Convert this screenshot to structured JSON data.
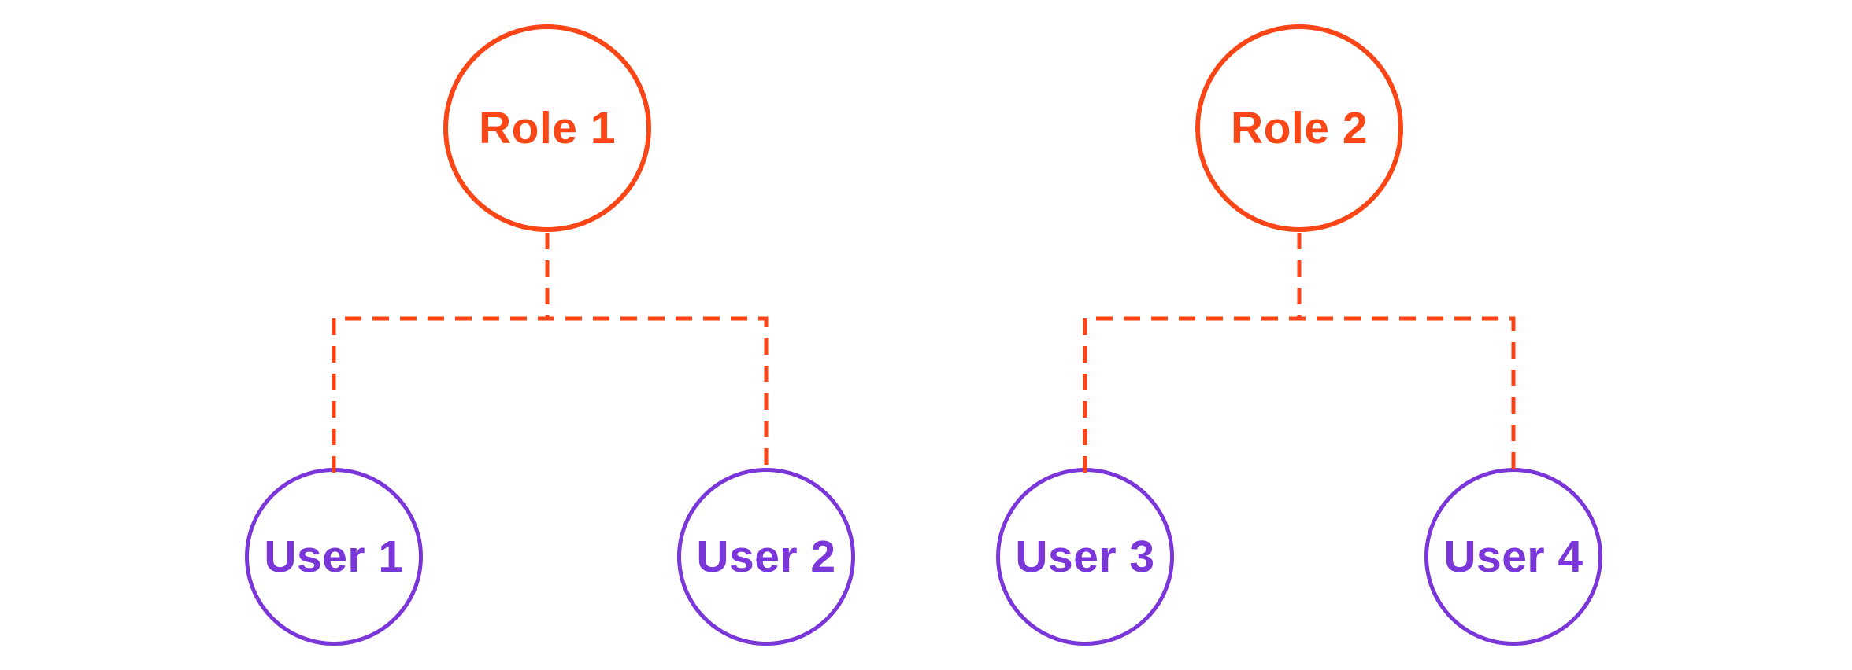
{
  "diagram": {
    "title": "roles-to-users-hierarchy",
    "trees": [
      {
        "root": {
          "id": "role-1",
          "label": "Role 1",
          "type": "role"
        },
        "children": [
          {
            "id": "user-1",
            "label": "User 1",
            "type": "user"
          },
          {
            "id": "user-2",
            "label": "User 2",
            "type": "user"
          }
        ]
      },
      {
        "root": {
          "id": "role-2",
          "label": "Role 2",
          "type": "role"
        },
        "children": [
          {
            "id": "user-3",
            "label": "User 3",
            "type": "user"
          },
          {
            "id": "user-4",
            "label": "User 4",
            "type": "user"
          }
        ]
      }
    ],
    "connector_style": "dashed"
  },
  "colors": {
    "role": "#FA4616",
    "user": "#7A36D9",
    "background": "#FFFFFF"
  }
}
